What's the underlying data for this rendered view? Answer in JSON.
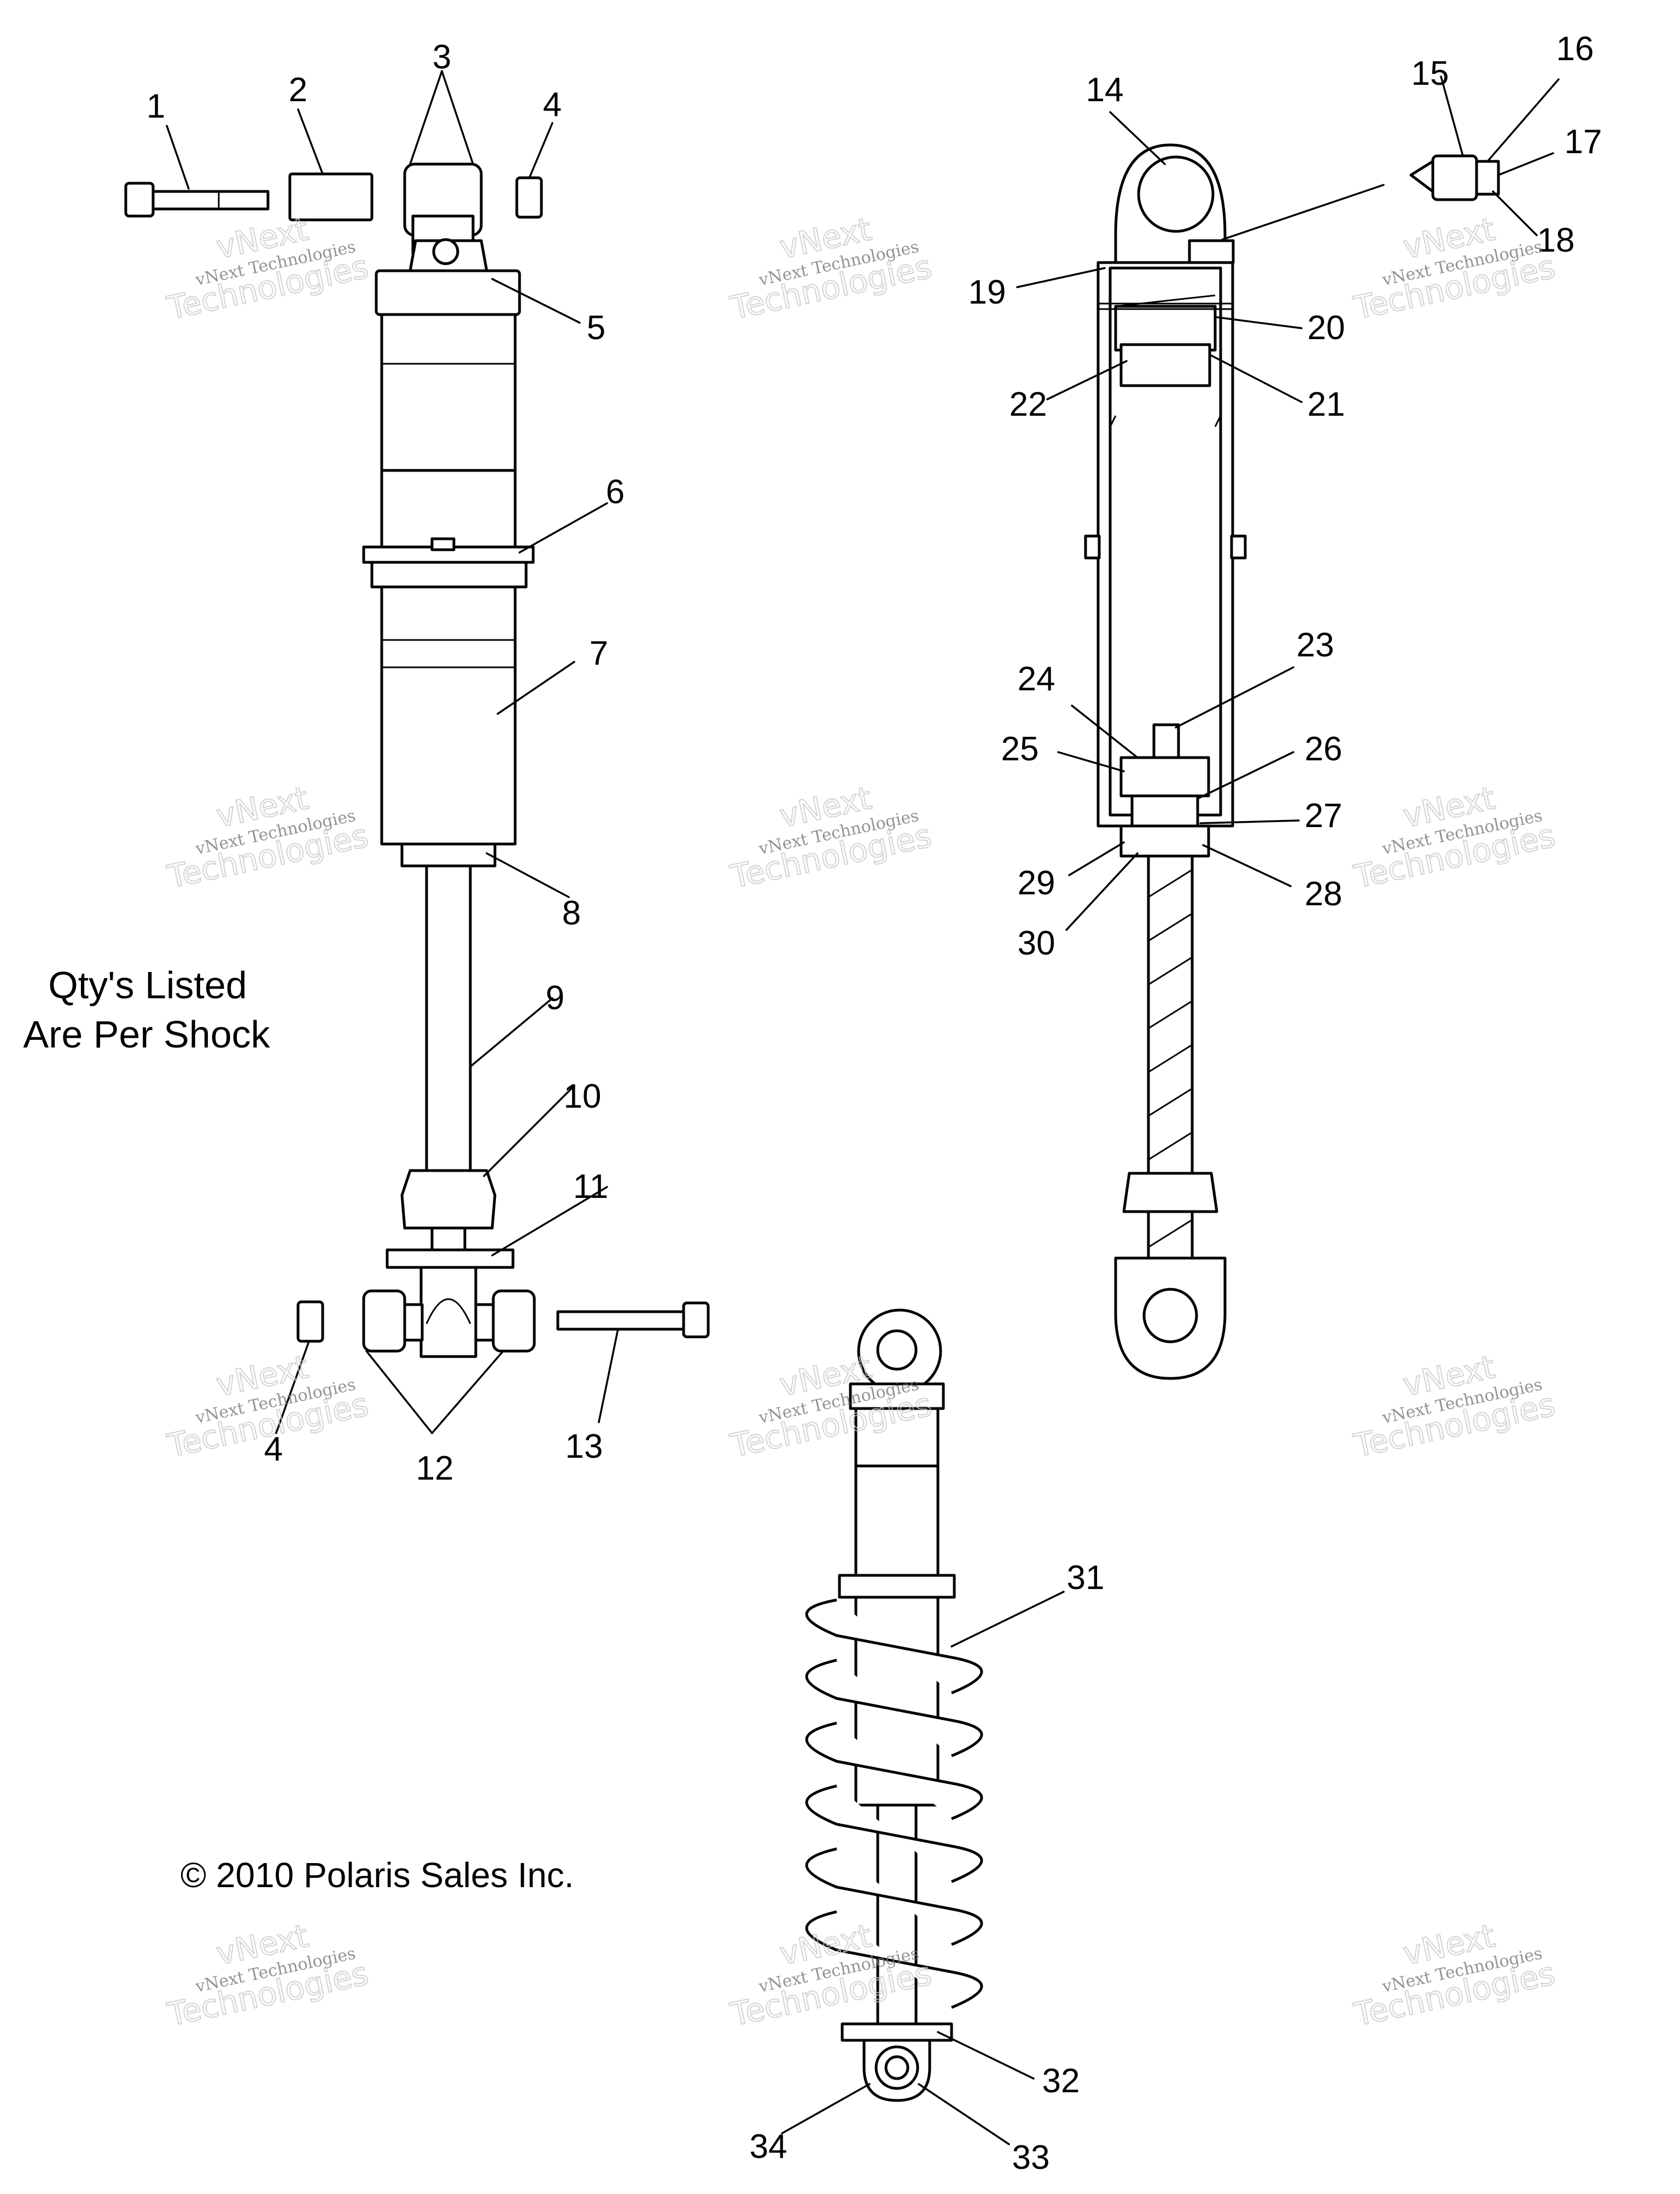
{
  "note": {
    "line1": "Qty's Listed",
    "line2": "Are Per Shock"
  },
  "copyright": "© 2010 Polaris Sales Inc.",
  "watermark": {
    "line1": "vNext Technologies",
    "line2": "vNext",
    "line3": "Technologies"
  },
  "callouts": [
    "1",
    "2",
    "3",
    "4",
    "5",
    "6",
    "7",
    "8",
    "9",
    "10",
    "11",
    "12",
    "13",
    "4",
    "14",
    "15",
    "16",
    "17",
    "18",
    "19",
    "20",
    "21",
    "22",
    "23",
    "24",
    "25",
    "26",
    "27",
    "28",
    "29",
    "30",
    "31",
    "32",
    "33",
    "34"
  ]
}
